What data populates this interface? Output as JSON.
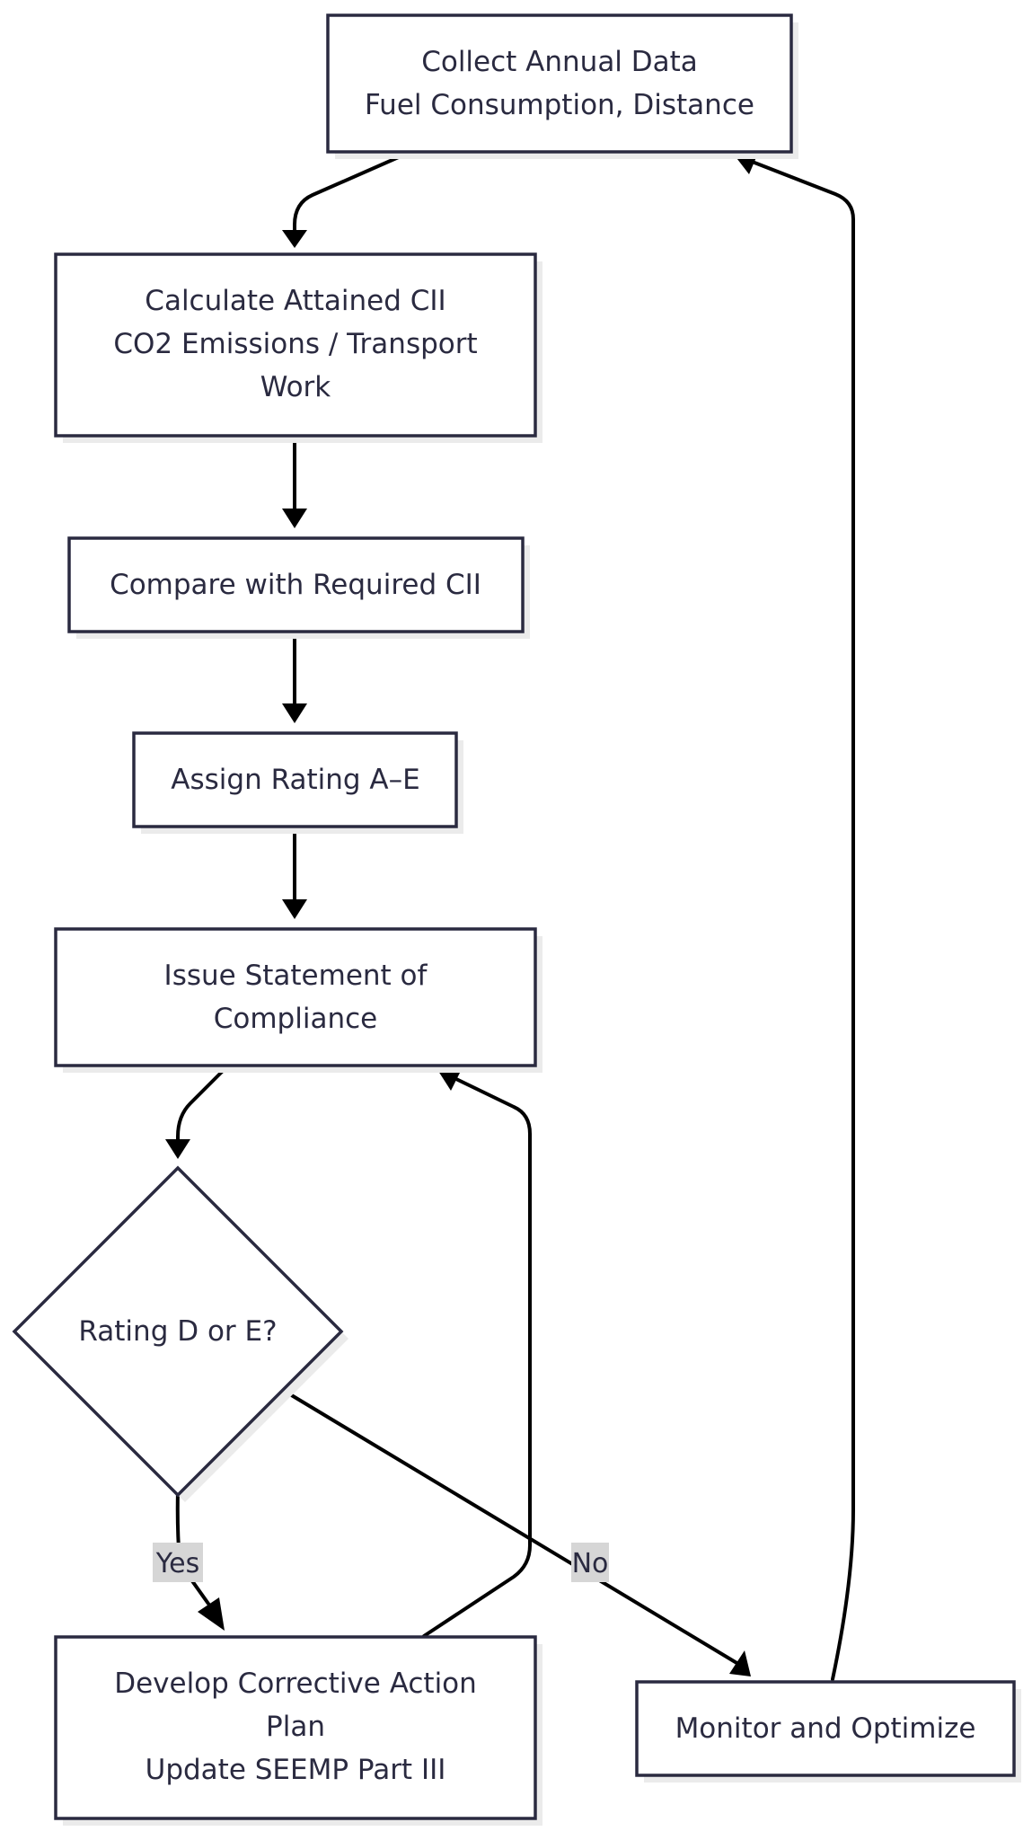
{
  "nodes": {
    "collect": {
      "lines": [
        "Collect Annual Data",
        "Fuel Consumption, Distance"
      ]
    },
    "calculate": {
      "lines": [
        "Calculate Attained CII",
        "CO2 Emissions / Transport",
        "Work"
      ]
    },
    "compare": {
      "lines": [
        "Compare with Required CII"
      ]
    },
    "assign": {
      "lines": [
        "Assign Rating A–E"
      ]
    },
    "issue": {
      "lines": [
        "Issue Statement of",
        "Compliance"
      ]
    },
    "decision": {
      "lines": [
        "Rating D or E?"
      ]
    },
    "develop": {
      "lines": [
        "Develop Corrective Action",
        "Plan",
        "Update SEEMP Part III"
      ]
    },
    "monitor": {
      "lines": [
        "Monitor and Optimize"
      ]
    }
  },
  "edges": {
    "yes_label": "Yes",
    "no_label": "No"
  }
}
